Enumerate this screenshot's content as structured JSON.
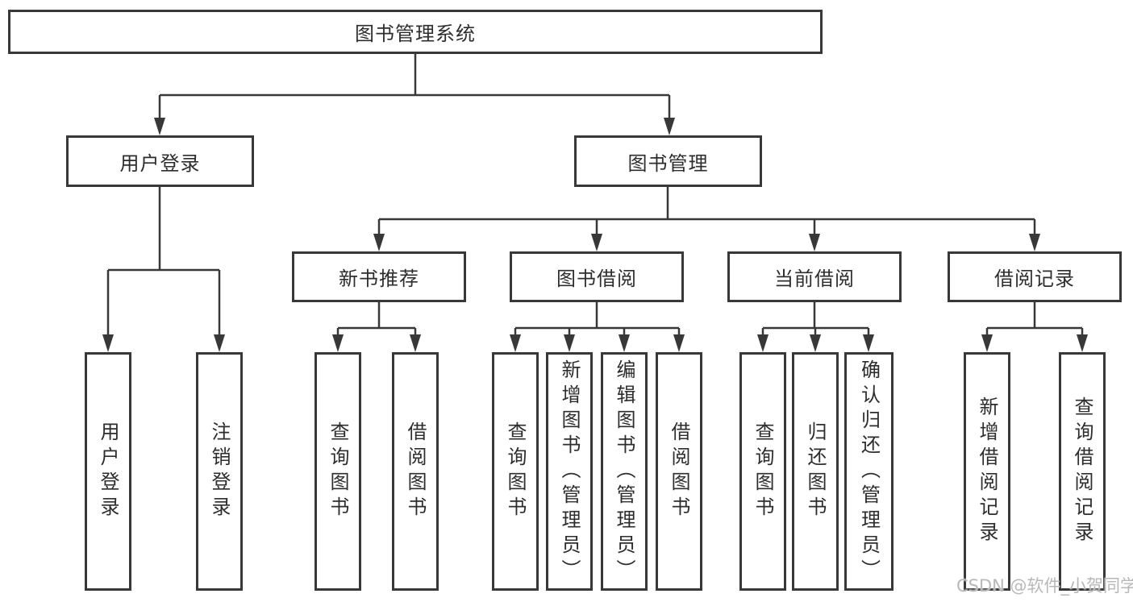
{
  "diagram": {
    "root": {
      "label": "图书管理系统"
    },
    "branches": [
      {
        "label": "用户登录",
        "children": [
          {
            "label": "用户登录"
          },
          {
            "label": "注销登录"
          }
        ]
      },
      {
        "label": "图书管理",
        "groups": [
          {
            "label": "新书推荐",
            "children": [
              {
                "label": "查询图书"
              },
              {
                "label": "借阅图书"
              }
            ]
          },
          {
            "label": "图书借阅",
            "children": [
              {
                "label": "查询图书"
              },
              {
                "label": "新增图书（管理员）"
              },
              {
                "label": "编辑图书（管理员）"
              },
              {
                "label": "借阅图书"
              }
            ]
          },
          {
            "label": "当前借阅",
            "children": [
              {
                "label": "查询图书"
              },
              {
                "label": "归还图书"
              },
              {
                "label": "确认归还（管理员）"
              }
            ]
          },
          {
            "label": "借阅记录",
            "children": [
              {
                "label": "新增借阅记录"
              },
              {
                "label": "查询借阅记录"
              }
            ]
          }
        ]
      }
    ]
  },
  "watermark": {
    "text": "CSDN @软件_小贺同学"
  },
  "colors": {
    "line": "#383838",
    "text": "#2d2d2d",
    "watermark": "#b8b8b8",
    "background": "#ffffff"
  }
}
